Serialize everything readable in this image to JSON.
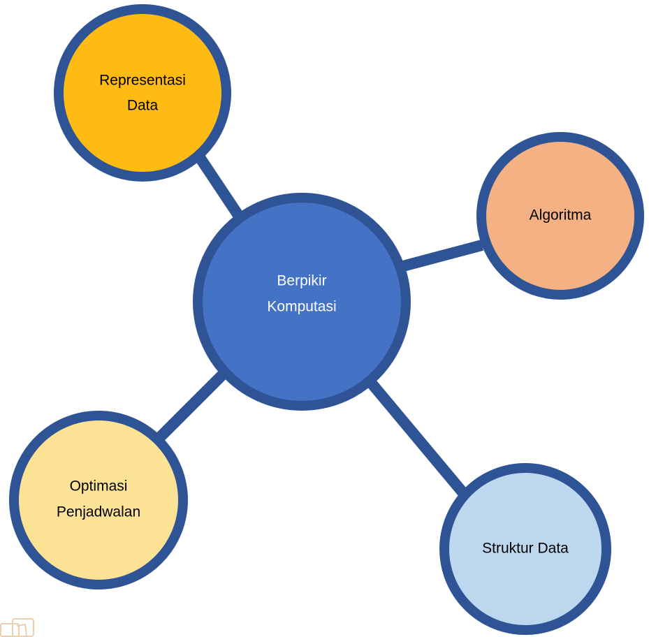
{
  "diagram": {
    "center": {
      "lines": [
        "Berpikir",
        "Komputasi"
      ],
      "fill": "#4472c4"
    },
    "nodes": [
      {
        "id": "representasi-data",
        "lines": [
          "Representasi",
          "Data"
        ],
        "fill": "#fdbb13"
      },
      {
        "id": "algoritma",
        "lines": [
          "Algoritma"
        ],
        "fill": "#f4b183"
      },
      {
        "id": "optimasi-penjadwalan",
        "lines": [
          "Optimasi",
          "Penjadwalan"
        ],
        "fill": "#fbe295"
      },
      {
        "id": "struktur-data",
        "lines": [
          "Struktur Data"
        ],
        "fill": "#bdd7ee"
      }
    ],
    "border_color": "#2f5496",
    "connector_color": "#2f5496"
  }
}
